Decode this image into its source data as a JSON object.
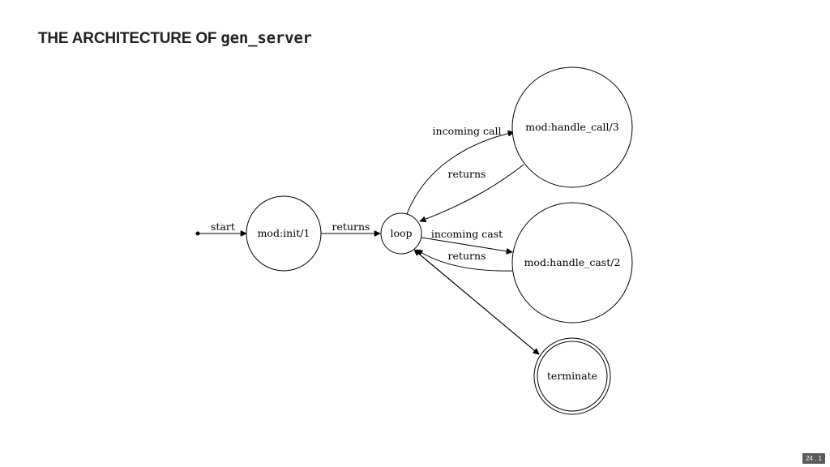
{
  "title": {
    "prefix": "THE ARCHITECTURE OF ",
    "code": "gen_server"
  },
  "nodes": {
    "init": "mod:init/1",
    "loop": "loop",
    "handle_call": "mod:handle_call/3",
    "handle_cast": "mod:handle_cast/2",
    "terminate": "terminate"
  },
  "edges": {
    "start": "start",
    "init_returns": "returns",
    "incoming_call": "incoming call",
    "call_returns": "returns",
    "incoming_cast": "incoming cast",
    "cast_returns": "returns"
  },
  "slide_number": "24 . 1"
}
